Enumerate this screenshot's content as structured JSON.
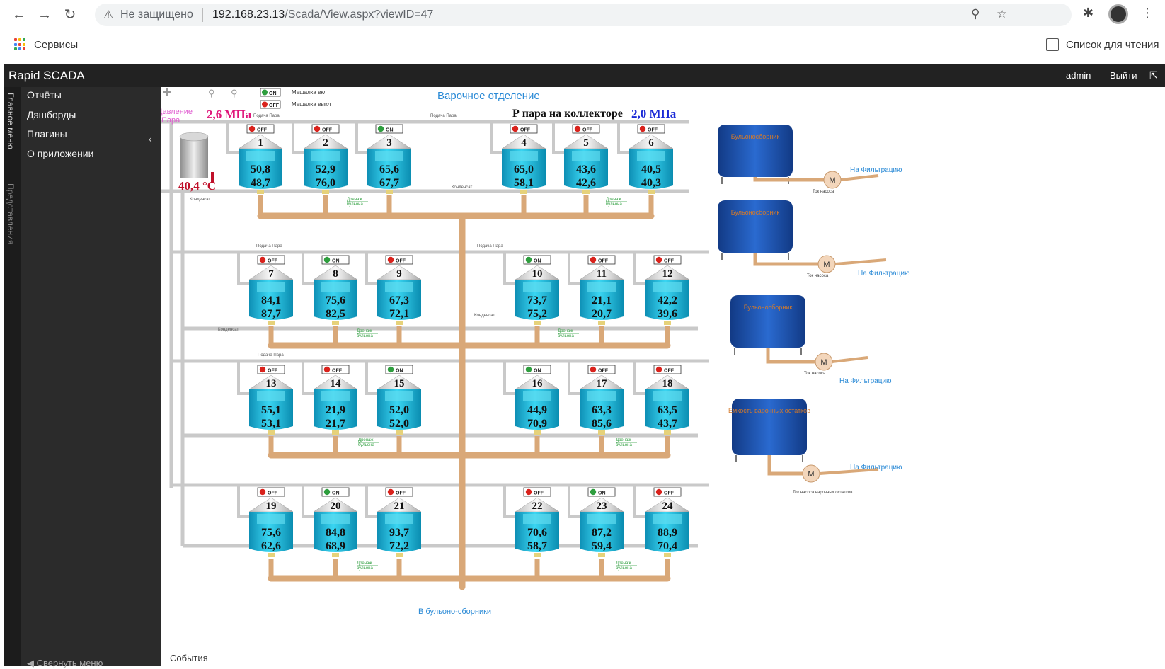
{
  "browser": {
    "security_label": "Не защищено",
    "url_host": "192.168.23.13",
    "url_path": "/Scada/View.aspx?viewID=47",
    "bookmarks_label": "Сервисы",
    "reading_list_label": "Список для чтения"
  },
  "app": {
    "title": "Rapid SCADA",
    "user": "admin",
    "logout": "Выйти"
  },
  "rail": {
    "main_menu": "Главное меню",
    "views": "Представления"
  },
  "sidebar": {
    "items": [
      {
        "label": "Отчёты"
      },
      {
        "label": "Дэшборды"
      },
      {
        "label": "Плагины"
      },
      {
        "label": "О приложении"
      }
    ],
    "collapse_label": "Свернуть меню"
  },
  "footer": {
    "events_label": "События"
  },
  "colors": {
    "on": "#2e9e3e",
    "off": "#d9221c",
    "pipe": "#d9a878",
    "tank": "#1ec3e0",
    "collector": "#1b4aa0"
  },
  "scheme": {
    "title": "Варочное отделение",
    "legend_on_badge": "ON",
    "legend_off_badge": "OFF",
    "legend_on": "Мешалка вкл",
    "legend_off": "Мешалка выкл",
    "pressure_label_line1": "Давление",
    "pressure_label_line2": "Пара",
    "pressure_value": "2,6 МПа",
    "collector_label": "Р пара на коллекторе",
    "collector_value": "2,0 МПа",
    "temp_value": "40,4 °C",
    "steam_feed": "Подача Пара",
    "condensate": "Конденсат",
    "drain_line1": "Дренаж",
    "drain_line2": "бульона",
    "bottom_label": "В бульоно-сборники",
    "to_filtration": "На Фильтрацию",
    "pump_current": "Ток насоса",
    "pump_current_last": "Ток насоса варочных остатков",
    "motor_letter": "М",
    "tanks": [
      {
        "id": "1",
        "state": "OFF",
        "v1": "50,8",
        "v2": "48,7"
      },
      {
        "id": "2",
        "state": "OFF",
        "v1": "52,9",
        "v2": "76,0"
      },
      {
        "id": "3",
        "state": "ON",
        "v1": "65,6",
        "v2": "67,7"
      },
      {
        "id": "4",
        "state": "OFF",
        "v1": "65,0",
        "v2": "58,1"
      },
      {
        "id": "5",
        "state": "OFF",
        "v1": "43,6",
        "v2": "42,6"
      },
      {
        "id": "6",
        "state": "OFF",
        "v1": "40,5",
        "v2": "40,3"
      },
      {
        "id": "7",
        "state": "OFF",
        "v1": "84,1",
        "v2": "87,7"
      },
      {
        "id": "8",
        "state": "ON",
        "v1": "75,6",
        "v2": "82,5"
      },
      {
        "id": "9",
        "state": "OFF",
        "v1": "67,3",
        "v2": "72,1"
      },
      {
        "id": "10",
        "state": "ON",
        "v1": "73,7",
        "v2": "75,2"
      },
      {
        "id": "11",
        "state": "OFF",
        "v1": "21,1",
        "v2": "20,7"
      },
      {
        "id": "12",
        "state": "OFF",
        "v1": "42,2",
        "v2": "39,6"
      },
      {
        "id": "13",
        "state": "OFF",
        "v1": "55,1",
        "v2": "53,1"
      },
      {
        "id": "14",
        "state": "OFF",
        "v1": "21,9",
        "v2": "21,7"
      },
      {
        "id": "15",
        "state": "ON",
        "v1": "52,0",
        "v2": "52,0"
      },
      {
        "id": "16",
        "state": "ON",
        "v1": "44,9",
        "v2": "70,9"
      },
      {
        "id": "17",
        "state": "OFF",
        "v1": "63,3",
        "v2": "85,6"
      },
      {
        "id": "18",
        "state": "OFF",
        "v1": "63,5",
        "v2": "43,7"
      },
      {
        "id": "19",
        "state": "OFF",
        "v1": "75,6",
        "v2": "62,6"
      },
      {
        "id": "20",
        "state": "ON",
        "v1": "84,8",
        "v2": "68,9"
      },
      {
        "id": "21",
        "state": "OFF",
        "v1": "93,7",
        "v2": "72,2"
      },
      {
        "id": "22",
        "state": "OFF",
        "v1": "70,6",
        "v2": "58,7"
      },
      {
        "id": "23",
        "state": "ON",
        "v1": "87,2",
        "v2": "59,4"
      },
      {
        "id": "24",
        "state": "OFF",
        "v1": "88,9",
        "v2": "70,4"
      }
    ],
    "collectors": [
      {
        "name": "Бульоносборник"
      },
      {
        "name": "Бульоносборник"
      },
      {
        "name": "Бульоносборник"
      },
      {
        "name": "Емкость варочных остатков"
      }
    ]
  }
}
